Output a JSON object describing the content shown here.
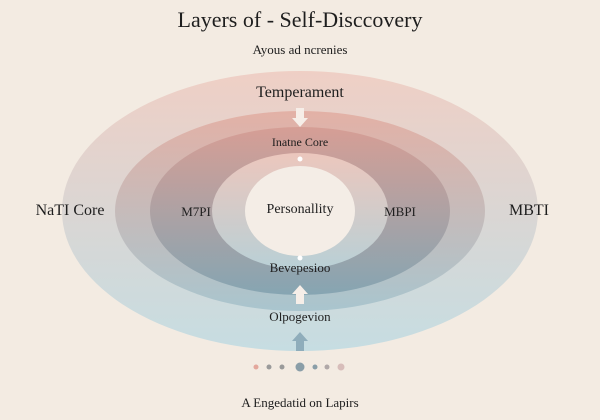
{
  "title": "Layers of - Self-Disccovery",
  "subtitle": "Ayous ad ncrenies",
  "labels": {
    "temperament": "Temperament",
    "innate_core": "Inatne Core",
    "personality": "Personallity",
    "left_outer": "NaTI Core",
    "left_inner": "M7PI",
    "right_inner": "MBPI",
    "right_outer": "MBTI",
    "behaviour": "Bevepesioo",
    "development": "Olpogevion"
  },
  "footer": "A Engedatid on Lapirs",
  "colors": {
    "background": "#f3ebe2",
    "warm": "#e0a89c",
    "cool": "#8fb0bd"
  }
}
